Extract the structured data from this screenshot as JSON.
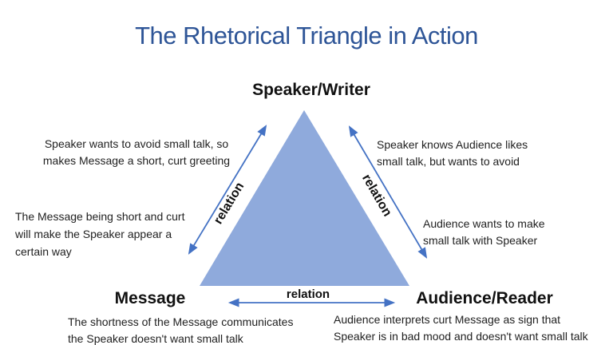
{
  "slide": {
    "title": "The Rhetorical Triangle in Action"
  },
  "triangle": {
    "vertices": {
      "top_label": "Speaker/Writer",
      "bottom_left_label": "Message",
      "bottom_right_label": "Audience/Reader"
    },
    "edges": {
      "left_label": "relation",
      "right_label": "relation",
      "bottom_label": "relation"
    }
  },
  "annotations": {
    "top_left": "Speaker wants to avoid small talk, so\nmakes Message a short, curt greeting",
    "mid_left": "The Message being short and curt\nwill make the Speaker appear a\ncertain way",
    "top_right": "Speaker knows Audience likes\nsmall talk, but wants to avoid",
    "mid_right": "Audience wants to make\nsmall talk with Speaker",
    "bottom_left": "The shortness of the Message communicates\nthe Speaker doesn't want small talk",
    "bottom_right": "Audience interprets curt Message as sign that\nSpeaker is in bad mood and doesn't want small talk"
  },
  "colors": {
    "title_text": "#2E5597",
    "triangle_fill": "#8FAADC",
    "arrow_stroke": "#4472C4",
    "body_text": "#1F1F1F"
  }
}
